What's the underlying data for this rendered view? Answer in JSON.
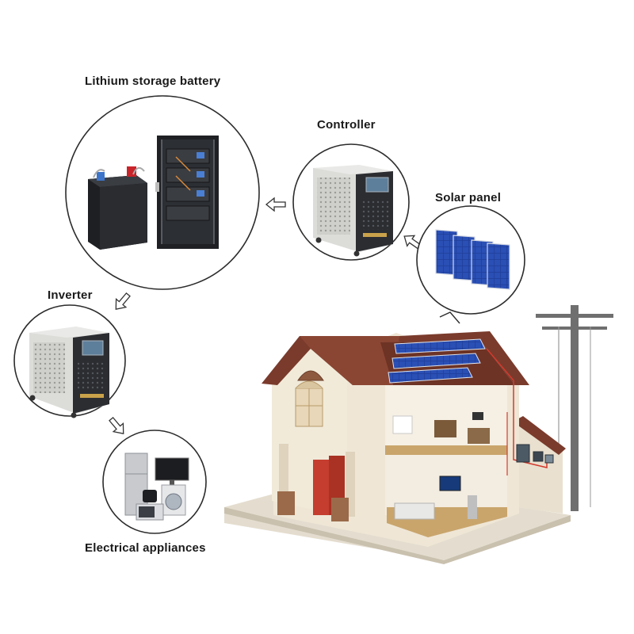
{
  "labels": {
    "battery": "Lithium storage battery",
    "controller": "Controller",
    "solar_panel": "Solar panel",
    "inverter": "Inverter",
    "appliances": "Electrical appliances"
  },
  "colors": {
    "background": "#ffffff",
    "text": "#1a1a1a",
    "roof": "#7a3b2c",
    "wall": "#efe6d6",
    "solar_cell": "#1f3f9a",
    "cabinet_dark": "#2b2d31",
    "cabinet_light": "#d9d9d6",
    "pole": "#6f6f6f"
  },
  "icons": [
    "arrow-left-icon",
    "arrow-down-icon",
    "arrow-up-left-icon"
  ]
}
